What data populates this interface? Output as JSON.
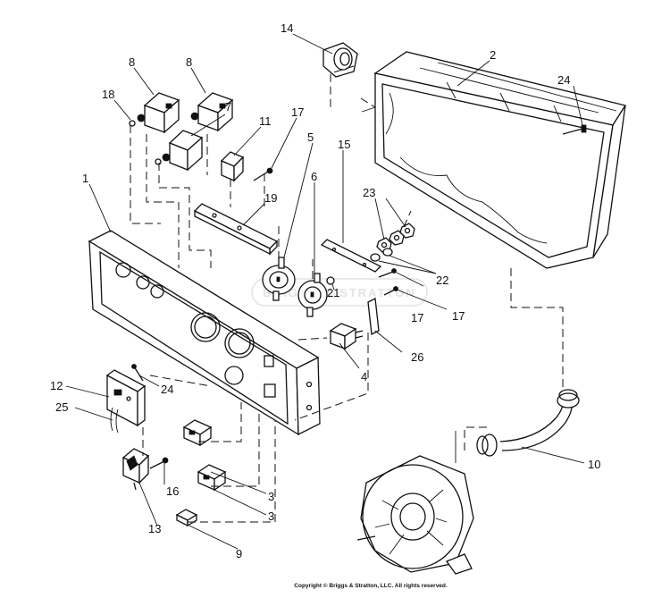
{
  "diagram": {
    "callouts": [
      {
        "label": "14"
      },
      {
        "label": "2"
      },
      {
        "label": "24"
      },
      {
        "label": "8"
      },
      {
        "label": "8"
      },
      {
        "label": "18"
      },
      {
        "label": "7"
      },
      {
        "label": "11"
      },
      {
        "label": "17"
      },
      {
        "label": "5"
      },
      {
        "label": "15"
      },
      {
        "label": "6"
      },
      {
        "label": "1"
      },
      {
        "label": "19"
      },
      {
        "label": "23"
      },
      {
        "label": "21"
      },
      {
        "label": "22"
      },
      {
        "label": "17"
      },
      {
        "label": "17"
      },
      {
        "label": "4"
      },
      {
        "label": "26"
      },
      {
        "label": "12"
      },
      {
        "label": "24"
      },
      {
        "label": "25"
      },
      {
        "label": "16"
      },
      {
        "label": "3"
      },
      {
        "label": "3"
      },
      {
        "label": "13"
      },
      {
        "label": "9"
      },
      {
        "label": "10"
      }
    ],
    "watermark": "BRIGGS & STRATTON",
    "copyright": "Copyright © Briggs & Stratton, LLC. All rights reserved."
  }
}
